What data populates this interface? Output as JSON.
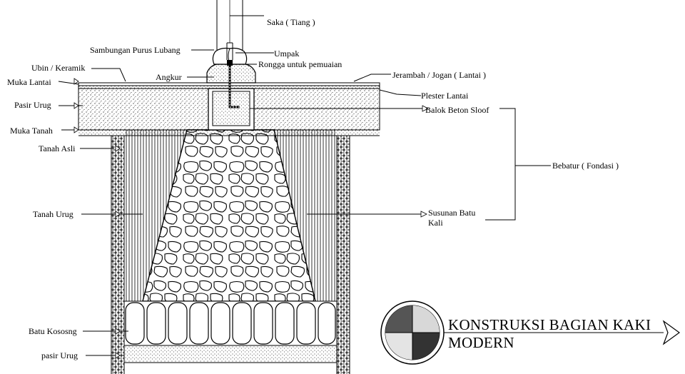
{
  "labels": {
    "saka": "Saka ( Tiang )",
    "sambungan": "Sambungan Purus Lubang",
    "umpak": "Umpak",
    "rongga": "Rongga untuk pemuaian",
    "ubin": "Ubin / Keramik",
    "angkur": "Angkur",
    "jerambah": "Jerambah / Jogan ( Lantai )",
    "muka_lantai": "Muka Lantai",
    "plester": "Plester Lantai",
    "pasir_urug_top": "Pasir Urug",
    "balok": "Balok Beton Sloof",
    "muka_tanah": "Muka Tanah",
    "tanah_asli": "Tanah Asli",
    "bebatur": "Bebatur ( Fondasi )",
    "tanah_urug": "Tanah Urug",
    "susunan_1": "Susunan Batu",
    "susunan_2": "Kali",
    "batu_kosong": "Batu Kososng",
    "pasir_urug_bottom": "pasir Urug"
  },
  "title": {
    "line1": "KONSTRUKSI BAGIAN KAKI",
    "line2": "MODERN"
  },
  "colors": {
    "stroke": "#000000",
    "background": "#ffffff",
    "logo_dark": "#444444",
    "logo_light": "#e6e6e6"
  },
  "icons": [
    "section-marker-icon",
    "arrow-right-icon"
  ]
}
